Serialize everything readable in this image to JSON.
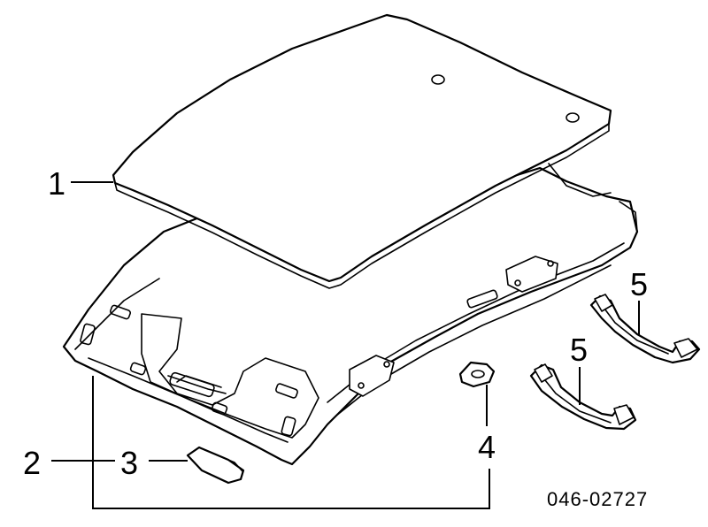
{
  "callouts": {
    "c1": "1",
    "c2": "2",
    "c3": "3",
    "c4": "4",
    "c5a": "5",
    "c5b": "5"
  },
  "part_number": "046-02727",
  "colors": {
    "line": "#000000",
    "background": "#ffffff"
  }
}
